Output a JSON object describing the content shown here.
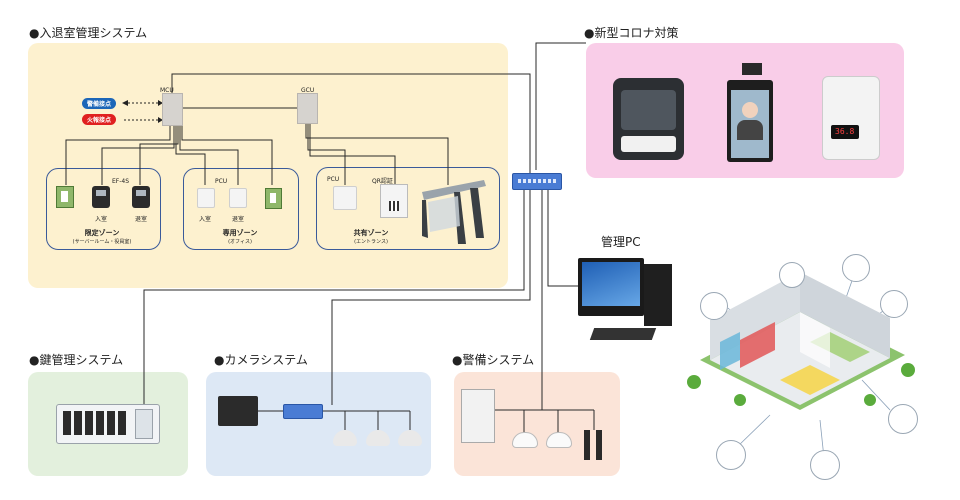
{
  "sections": {
    "entry": "●入退室管理システム",
    "corona": "●新型コロナ対策",
    "key": "●鍵管理システム",
    "camera": "●カメラシステム",
    "security": "●警備システム",
    "pc": "管理PC"
  },
  "controllers": {
    "mcu": "MCU",
    "gcu": "GCU",
    "pcu1": "PCU",
    "pcu2": "PCU",
    "ef": "EF-4S",
    "qr": "QR認証"
  },
  "signals": {
    "alarm": "警備接点",
    "fire": "火報接点"
  },
  "labels": {
    "enter1": "入室",
    "exit1": "退室",
    "enter2": "入室",
    "exit2": "退室"
  },
  "zones": {
    "restricted": {
      "name": "限定ゾーン",
      "sub": "(サーバールーム・役員室)"
    },
    "private": {
      "name": "専用ゾーン",
      "sub": "(オフィス)"
    },
    "shared": {
      "name": "共有ゾーン",
      "sub": "(エントランス)"
    }
  },
  "colors": {
    "entry_bg": "#fdf1cf",
    "corona_bg": "#f9cde8",
    "key_bg": "#e3f0dd",
    "camera_bg": "#dde8f5",
    "security_bg": "#fbe4d8",
    "alarm": "#1c66b8",
    "fire": "#e02020"
  },
  "thermometer": {
    "reading": "36.8"
  }
}
